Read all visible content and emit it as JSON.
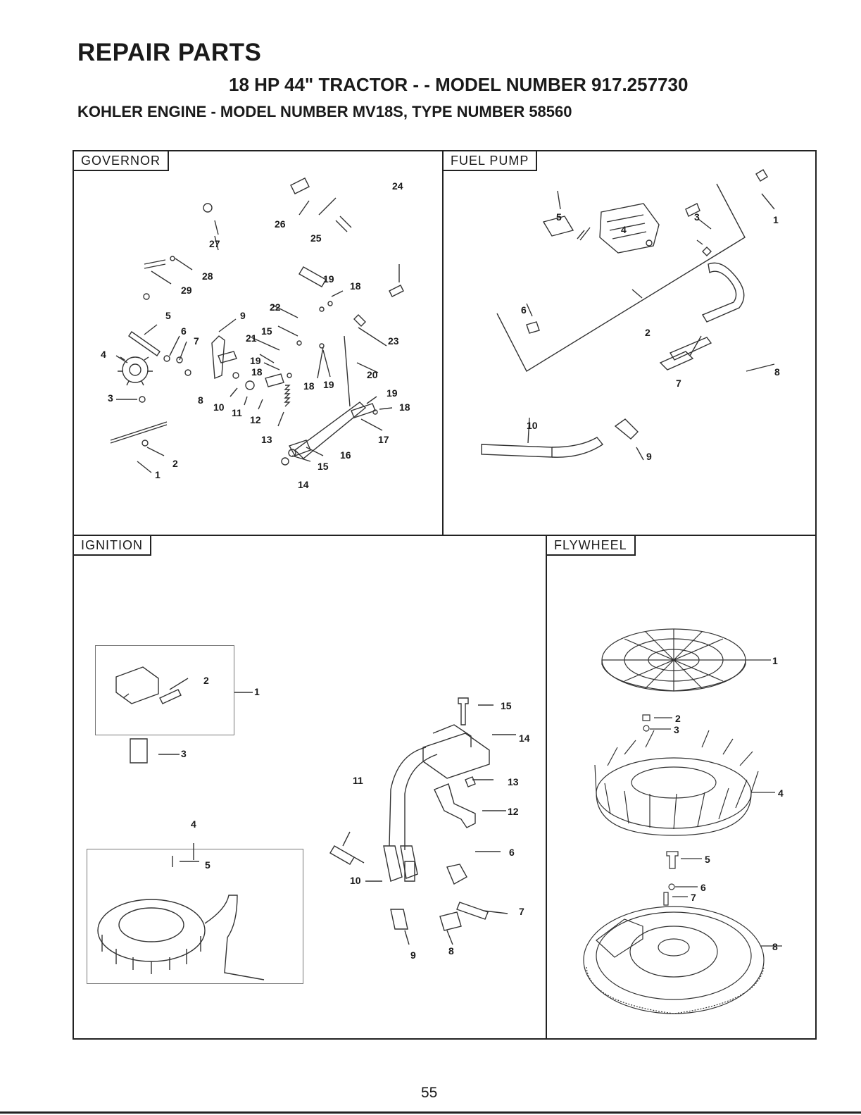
{
  "header": {
    "title": "REPAIR PARTS",
    "subtitle": "18 HP 44\" TRACTOR - - MODEL NUMBER 917.257730",
    "engine_line": "KOHLER ENGINE - MODEL NUMBER MV18S, TYPE NUMBER 58560"
  },
  "sections": {
    "governor": {
      "title": "GOVERNOR",
      "callouts": [
        "1",
        "2",
        "3",
        "4",
        "5",
        "6",
        "7",
        "8",
        "9",
        "10",
        "11",
        "12",
        "13",
        "14",
        "15",
        "15",
        "16",
        "17",
        "18",
        "18",
        "18",
        "19",
        "19",
        "19",
        "20",
        "21",
        "22",
        "23",
        "24",
        "25",
        "26",
        "27",
        "28",
        "29",
        "18",
        "19"
      ]
    },
    "fuel_pump": {
      "title": "FUEL PUMP",
      "callouts": [
        "1",
        "2",
        "3",
        "4",
        "5",
        "6",
        "7",
        "8",
        "9",
        "10"
      ]
    },
    "ignition": {
      "title": "IGNITION",
      "callouts": [
        "1",
        "2",
        "3",
        "4",
        "5",
        "6",
        "7",
        "8",
        "9",
        "10",
        "11",
        "12",
        "13",
        "14",
        "15"
      ]
    },
    "flywheel": {
      "title": "FLYWHEEL",
      "callouts": [
        "1",
        "2",
        "3",
        "4",
        "5",
        "6",
        "7",
        "8"
      ]
    }
  },
  "footer": {
    "page_number": "55"
  }
}
